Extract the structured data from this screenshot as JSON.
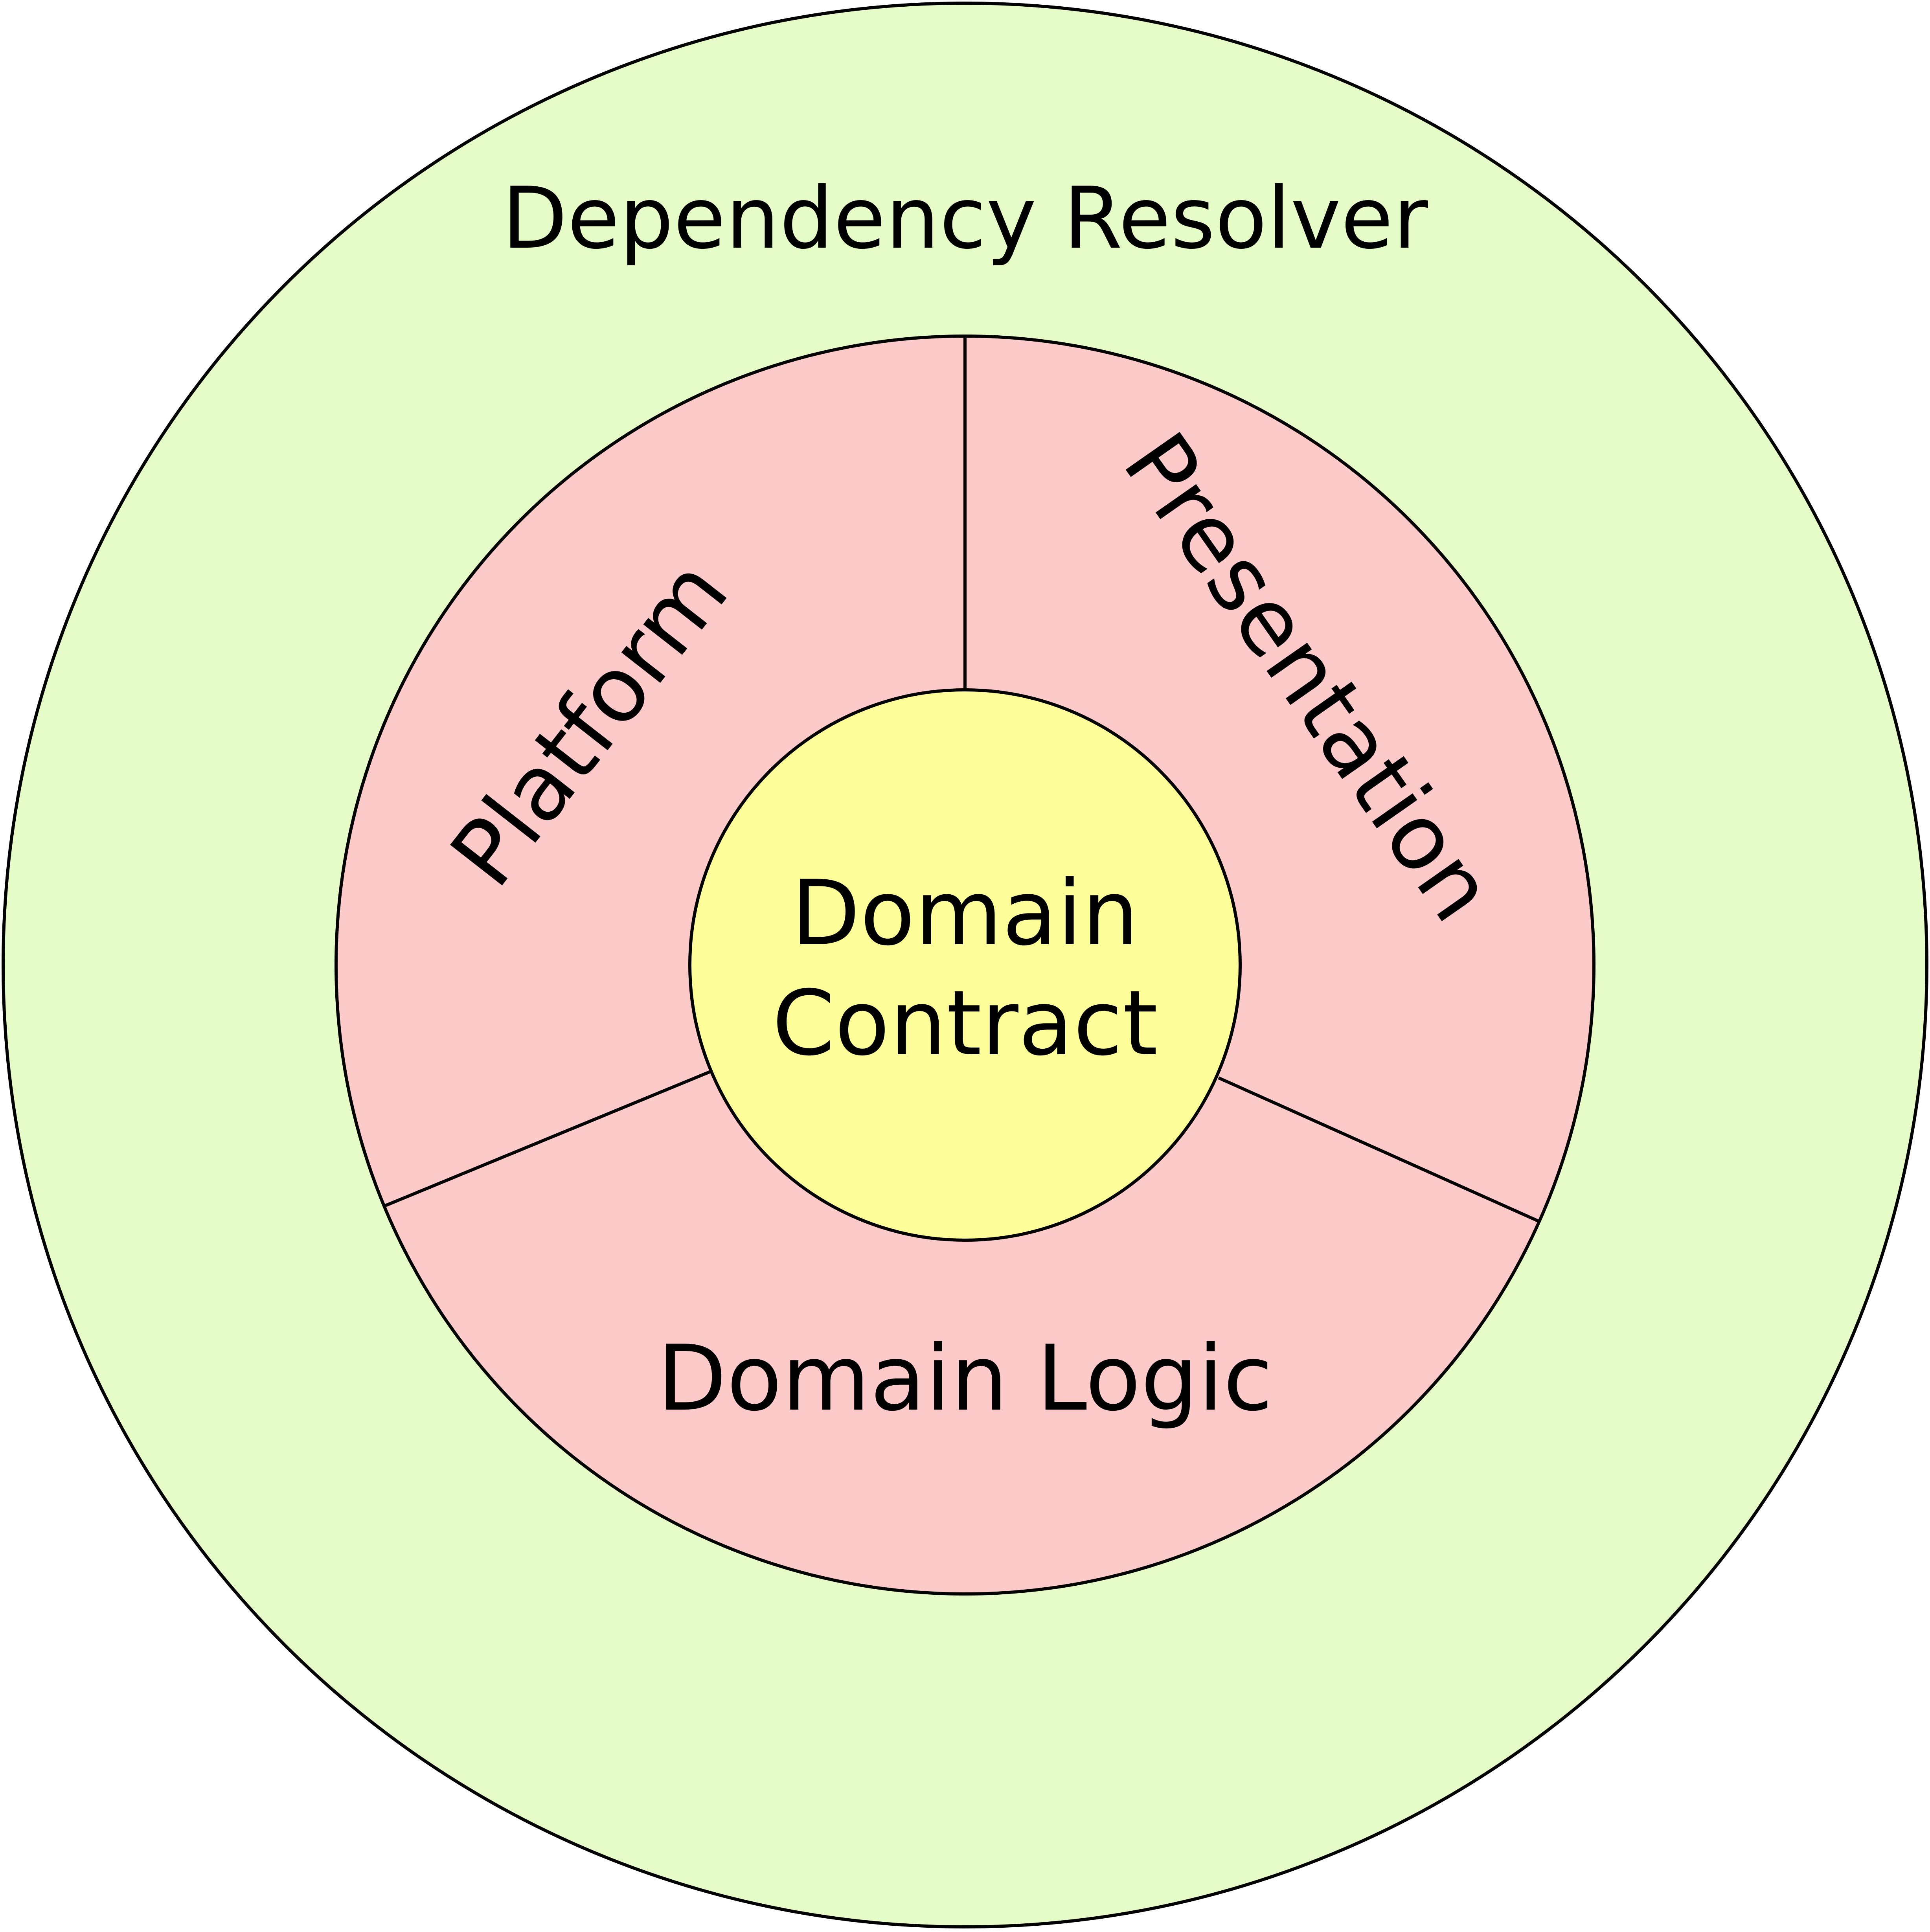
{
  "diagram": {
    "outer_ring": {
      "label": "Dependency Resolver",
      "fill": "#e6fcc8"
    },
    "middle_ring": {
      "fill": "#fdcaca",
      "segments": [
        {
          "label": "Platform"
        },
        {
          "label": "Presentation"
        },
        {
          "label": "Domain Logic"
        }
      ]
    },
    "core": {
      "label_line1": "Domain",
      "label_line2": "Contract",
      "fill": "#fdfd9a"
    },
    "outline_color": "#000000"
  }
}
